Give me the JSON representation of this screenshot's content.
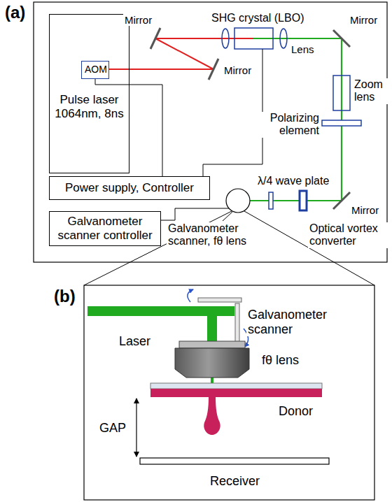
{
  "diagram": {
    "nodes": [
      {
        "text": [
          "Pulse laser 1064nm, 8ns"
        ]
      },
      {
        "text": [
          "AOM"
        ],
        "in": 0
      },
      {
        "text": [
          "Power supply, Controller"
        ]
      },
      {
        "text": [
          "Galvanometer scanner controller"
        ]
      }
    ],
    "edges": [
      {
        "from": 1,
        "to": 2,
        "arrow": "none"
      }
    ],
    "labels": [
      "(a)",
      "SHG crystal (LBO)",
      "Mirror",
      "Mirror",
      "Mirror",
      "Mirror",
      "Lens",
      "Zoom lens",
      "Polarizing element",
      "λ/4 wave plate",
      "Optical vortex converter",
      "Galvanometer scanner, fθ lens",
      "(b)",
      "Galvanometer scanner",
      "Laser",
      "fθ lens",
      "Donor",
      "GAP",
      "Receiver"
    ]
  }
}
